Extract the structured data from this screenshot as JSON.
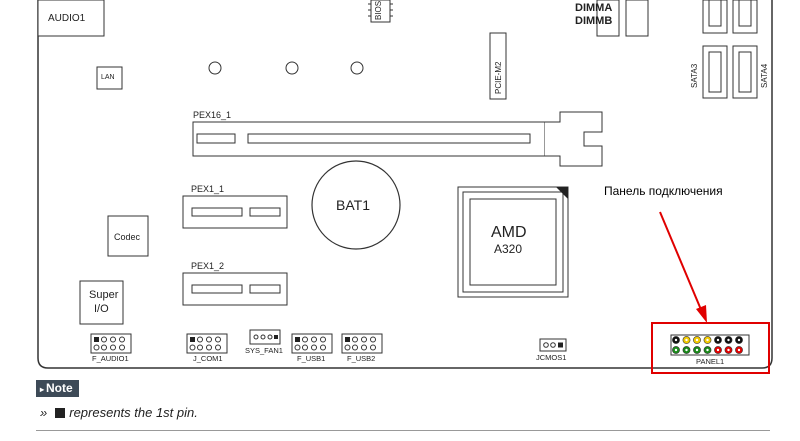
{
  "board": {
    "audio": "AUDIO1",
    "lan": "LAN",
    "bios": "BIOS",
    "dimm_a": "DIMMA",
    "dimm_b": "DIMMB",
    "sata": [
      "SATA3",
      "SATA4"
    ],
    "pcie_m2": "PCIE-M2",
    "pex16": "PEX16_1",
    "pex1_1": "PEX1_1",
    "pex1_2": "PEX1_2",
    "bat": "BAT1",
    "codec": "Codec",
    "superio_line1": "Super",
    "superio_line2": "I/O",
    "chipset_brand": "AMD",
    "chipset_model": "A320",
    "headers": {
      "f_audio": "F_AUDIO1",
      "j_com": "J_COM1",
      "sys_fan": "SYS_FAN1",
      "f_usb1": "F_USB1",
      "f_usb2": "F_USB2",
      "jcmos": "JCMOS1",
      "panel": "PANEL1"
    }
  },
  "callout": {
    "caption": "Панель подключения",
    "highlight_color": "#e00000"
  },
  "note": {
    "tag": "Note",
    "bullet": "»",
    "text": "represents the 1st pin."
  },
  "panel_pin_colors": {
    "top": [
      "#111111",
      "#f0c800",
      "#f0c800",
      "#f0c800",
      "#111111",
      "#111111",
      "#111111"
    ],
    "bottom": [
      "#1a8a1a",
      "#1a8a1a",
      "#1a8a1a",
      "#1a8a1a",
      "#e00000",
      "#e00000",
      "#e00000"
    ]
  }
}
